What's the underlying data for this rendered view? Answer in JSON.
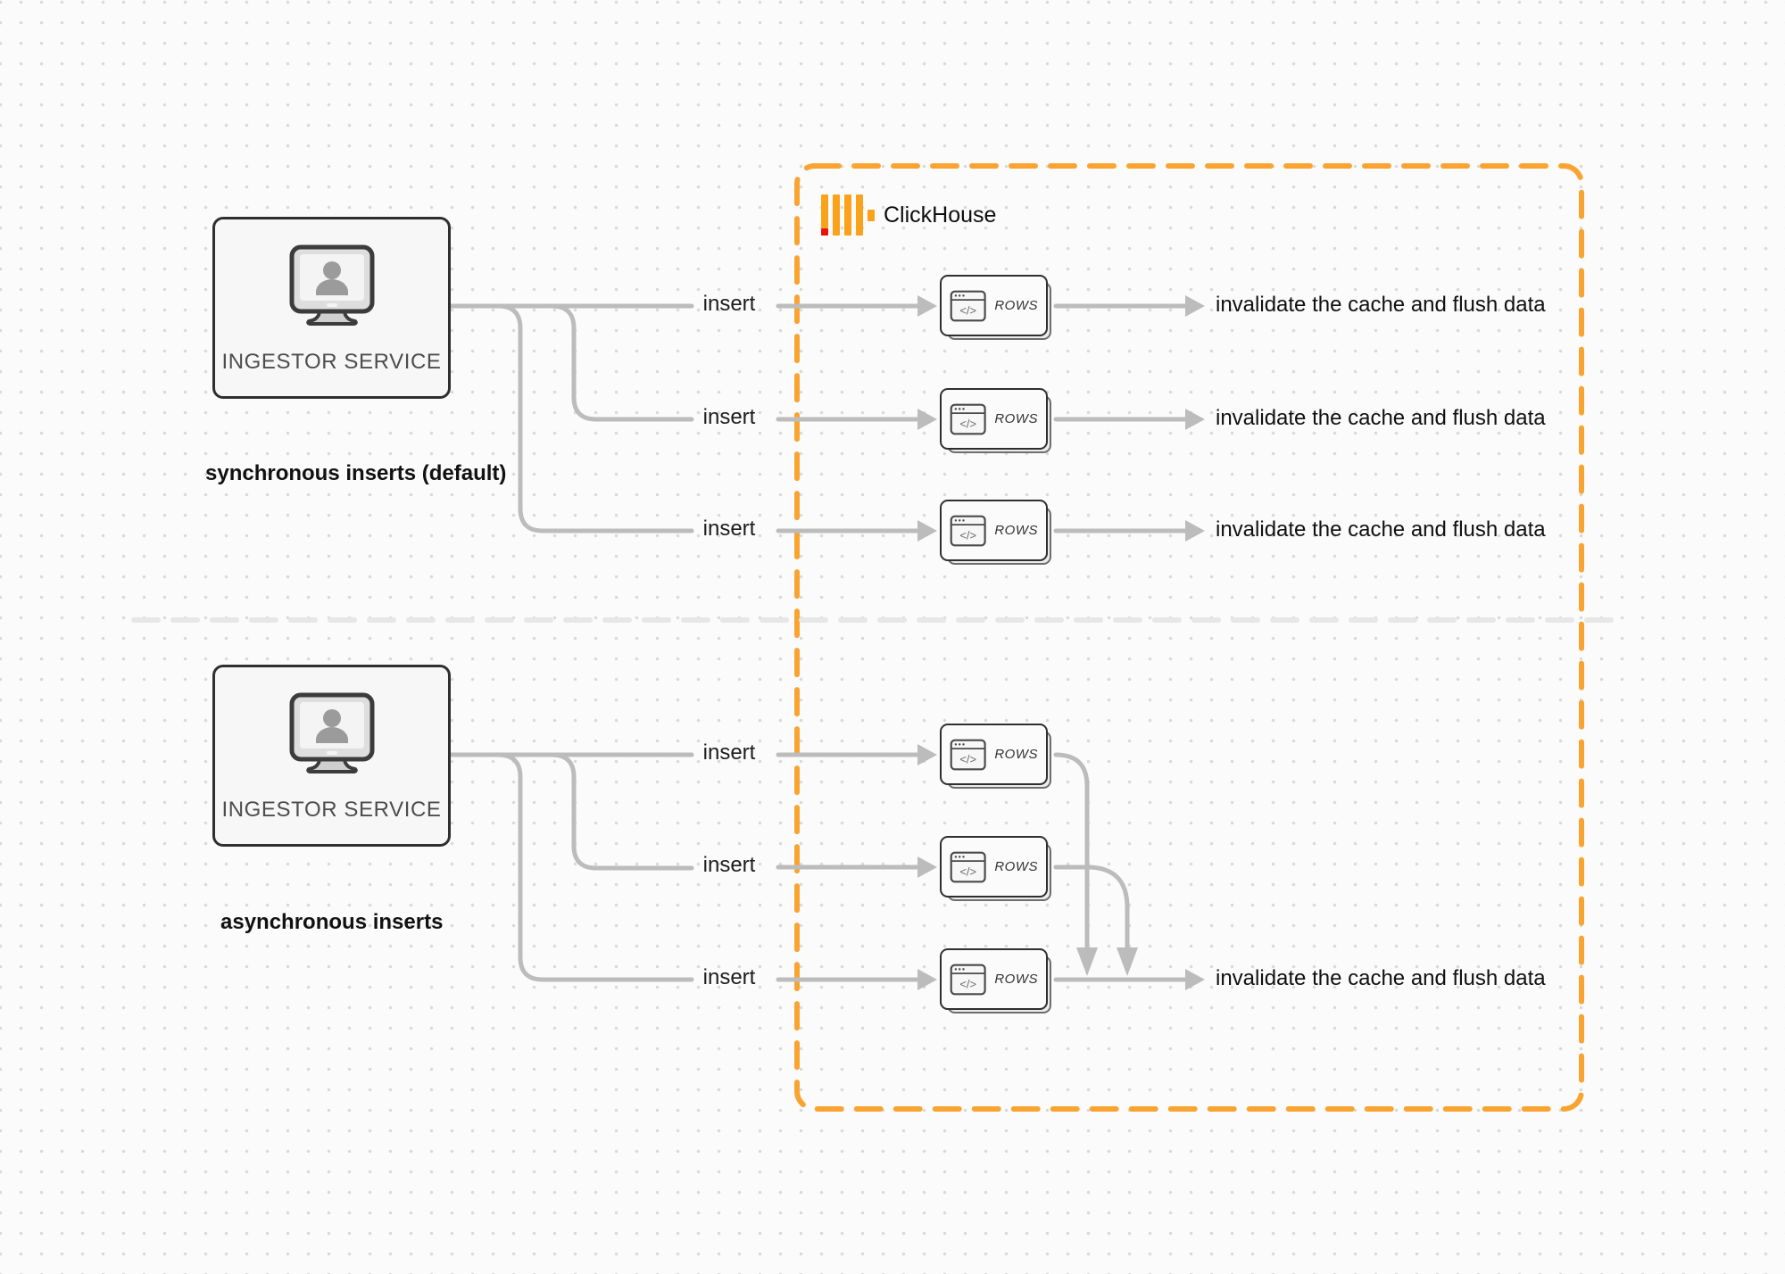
{
  "colors": {
    "accent_orange": "#F9A431",
    "logo_yellow": "#FAA219",
    "logo_red": "#E8130C",
    "line_gray": "#BCBCBC",
    "divider_gray": "#E7E7E7",
    "box_border": "#2F2F2F"
  },
  "clickhouse_box": {
    "label": "ClickHouse"
  },
  "rows_card_icon_glyph": "</>",
  "sync_section": {
    "service": {
      "label": "INGESTOR SERVICE"
    },
    "caption": "synchronous inserts (default)",
    "rows": [
      {
        "insert_label": "insert",
        "card_label": "ROWS",
        "result_label": "invalidate the cache and flush data"
      },
      {
        "insert_label": "insert",
        "card_label": "ROWS",
        "result_label": "invalidate the cache and flush data"
      },
      {
        "insert_label": "insert",
        "card_label": "ROWS",
        "result_label": "invalidate the cache and flush data"
      }
    ]
  },
  "async_section": {
    "service": {
      "label": "INGESTOR SERVICE"
    },
    "caption": "asynchronous inserts",
    "rows": [
      {
        "insert_label": "insert",
        "card_label": "ROWS"
      },
      {
        "insert_label": "insert",
        "card_label": "ROWS"
      },
      {
        "insert_label": "insert",
        "card_label": "ROWS"
      }
    ],
    "result_label": "invalidate the cache and flush data"
  }
}
